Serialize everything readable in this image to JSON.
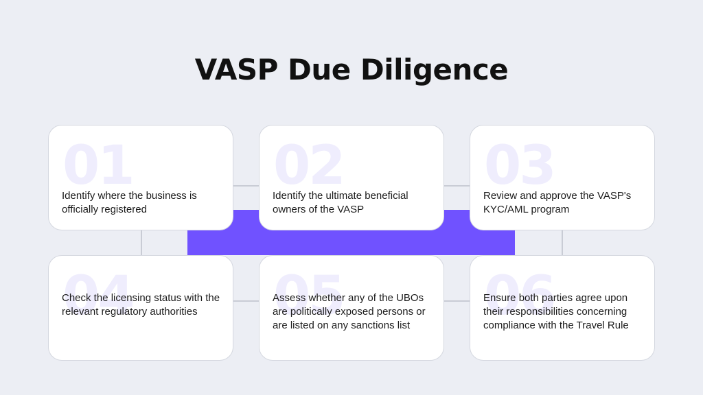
{
  "title": "VASP Due Diligence",
  "colors": {
    "background": "#eceef4",
    "accent": "#7052ff",
    "card": "#ffffff",
    "number": "#efedfd",
    "connector": "#c9ccd5"
  },
  "steps": [
    {
      "number": "01",
      "text": "Identify where the business is officially registered"
    },
    {
      "number": "02",
      "text": "Identify the ultimate beneficial owners of the VASP"
    },
    {
      "number": "03",
      "text": "Review and approve the VASP's KYC/AML program"
    },
    {
      "number": "04",
      "text": "Check the licensing status with the relevant regulatory authorities"
    },
    {
      "number": "05",
      "text": "Assess whether any of the UBOs are politically exposed persons or are listed on any sanctions list"
    },
    {
      "number": "06",
      "text": "Ensure both parties agree upon their responsibilities concerning compliance with the Travel Rule"
    }
  ]
}
